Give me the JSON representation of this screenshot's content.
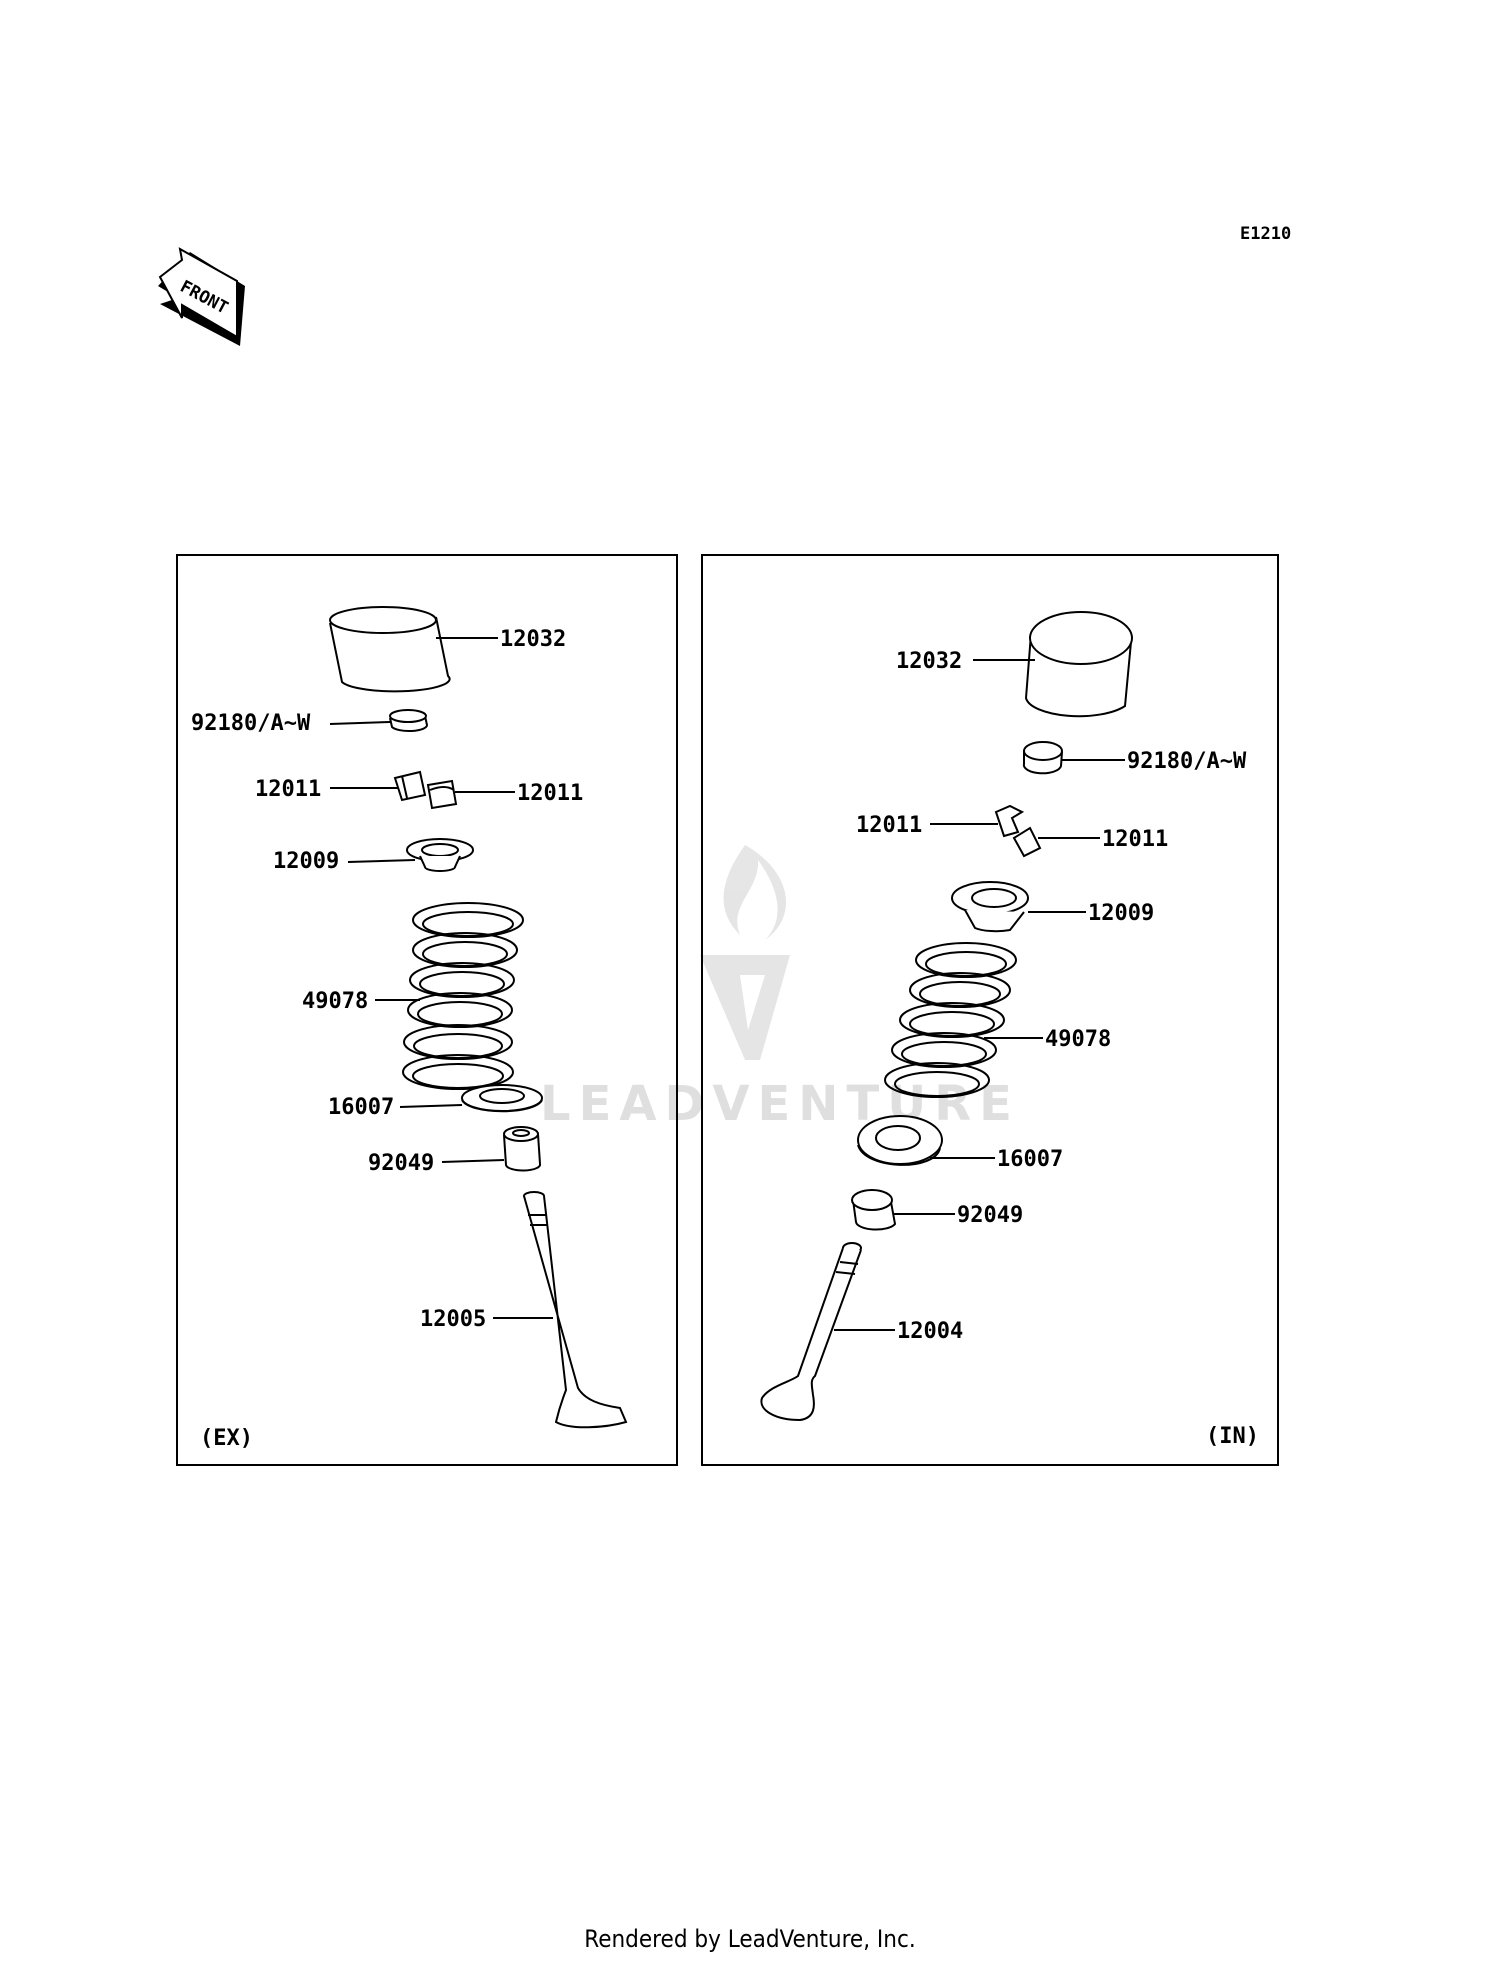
{
  "diagram": {
    "code": "E1210",
    "front_label": "FRONT",
    "watermark": "LEADVENTURE",
    "footer": "Rendered by LeadVenture, Inc.",
    "panels": [
      {
        "id": "ex",
        "tag": "(EX)",
        "labels": [
          "12032",
          "92180/A~W",
          "12011",
          "12011",
          "12009",
          "49078",
          "16007",
          "92049",
          "12005"
        ]
      },
      {
        "id": "in",
        "tag": "(IN)",
        "labels": [
          "12032",
          "92180/A~W",
          "12011",
          "12011",
          "12009",
          "49078",
          "16007",
          "92049",
          "12004"
        ]
      }
    ]
  }
}
